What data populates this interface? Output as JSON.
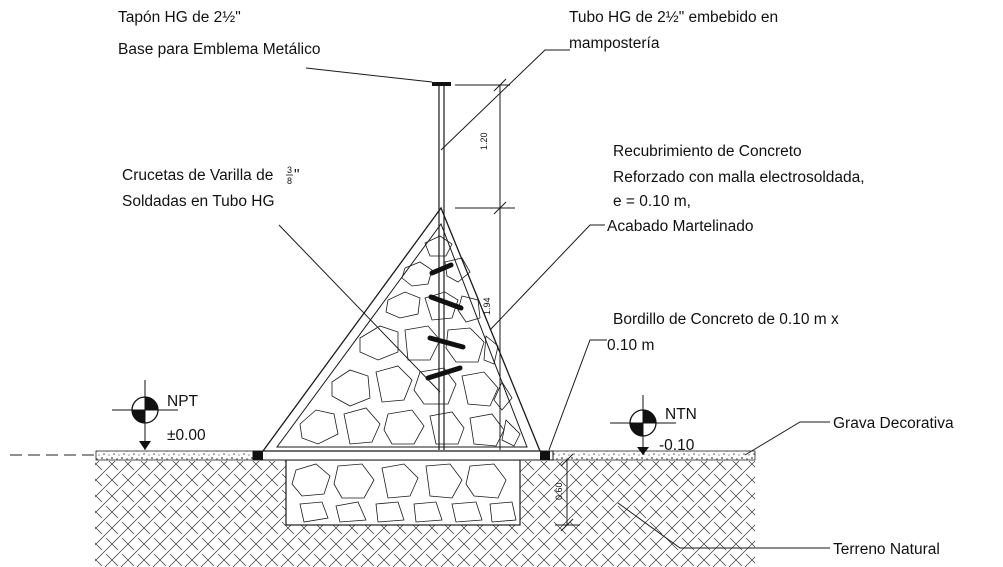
{
  "labels": {
    "tapon_line1": "Tapón HG de 2½\"",
    "tapon_line2": "Base para Emblema Metálico",
    "tubo_line1": "Tubo HG de 2½\" embebido en",
    "tubo_line2": "mampostería",
    "crucetas_line1": "Crucetas de Varilla de",
    "crucetas_fraction_num": "3",
    "crucetas_fraction_den": "8",
    "crucetas_inch": "\"",
    "crucetas_line2": "Soldadas en Tubo HG",
    "recub_line1": "Recubrimiento de Concreto",
    "recub_line2": "Reforzado con malla electrosoldada,",
    "recub_line3": "e = 0.10 m,",
    "recub_line4": "Acabado Martelinado",
    "bordillo_line1": "Bordillo de Concreto de 0.10 m x",
    "bordillo_line2": "0.10 m",
    "npt_title": "NPT",
    "npt_value": "±0.00",
    "ntn_title": "NTN",
    "ntn_value": "-0.10",
    "grava": "Grava Decorativa",
    "terreno": "Terreno Natural"
  },
  "dimensions": {
    "pipe_above": "1.20",
    "masonry_height": "1.94",
    "footing_depth": "0.60"
  }
}
